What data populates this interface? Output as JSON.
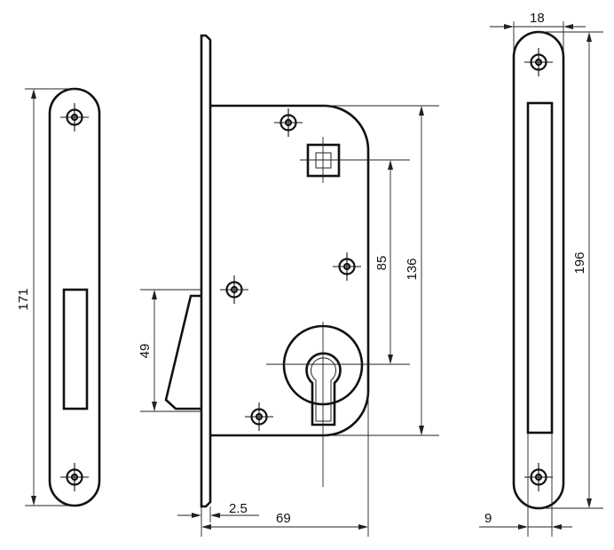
{
  "diagram": {
    "dimensions": {
      "left_plate_height": "171",
      "strike_height": "49",
      "faceplate_thickness": "2.5",
      "backset_total": "69",
      "spindle_to_cylinder": "85",
      "body_height": "136",
      "right_plate_width": "18",
      "right_plate_height": "196",
      "right_slot_offset": "9"
    }
  }
}
